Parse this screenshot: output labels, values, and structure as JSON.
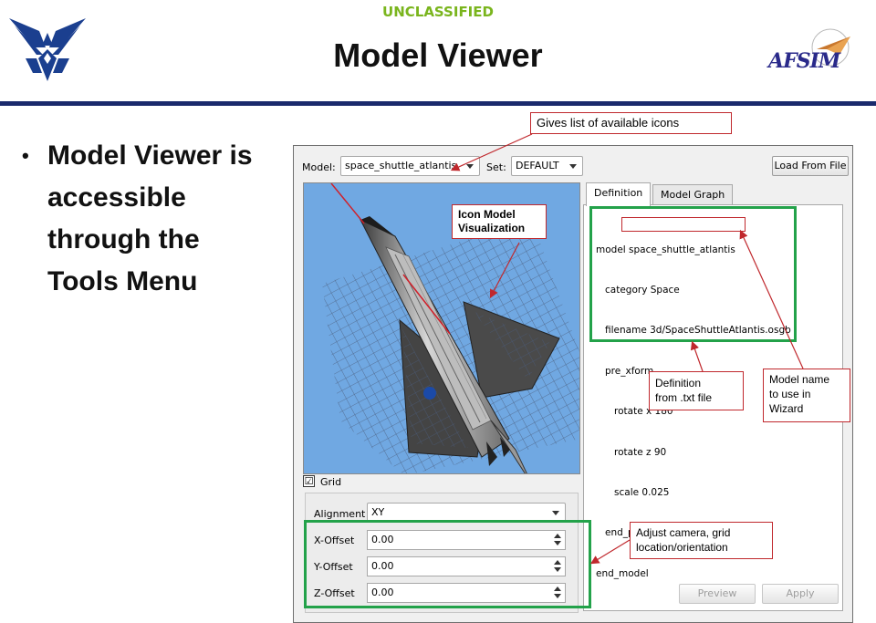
{
  "slide": {
    "classification": "UNCLASSIFIED",
    "title": "Model Viewer",
    "bullet": "Model Viewer is accessible through the Tools Menu",
    "bullet_lines": [
      "Model Viewer is",
      "accessible",
      "through the",
      "Tools Menu"
    ],
    "logo_left": "air-force-wings-logo",
    "logo_right": "afsim-logo",
    "logo_right_text": "AFSIM",
    "colors": {
      "rule": "#1a2a6c",
      "classification": "#7ab51d",
      "callout_border": "#c0282d",
      "highlight": "#23a24a"
    }
  },
  "window": {
    "model_label": "Model:",
    "model_value": "space_shuttle_atlantis",
    "set_label": "Set:",
    "set_value": "DEFAULT",
    "load_button": "Load From File",
    "viewport_icon": "space-shuttle-icon",
    "grid_checkbox": {
      "label": "Grid",
      "checked": true,
      "mark": "☑"
    },
    "alignment": {
      "label": "Alignment",
      "value": "XY"
    },
    "offsets": [
      {
        "label": "X-Offset",
        "value": "0.00"
      },
      {
        "label": "Y-Offset",
        "value": "0.00"
      },
      {
        "label": "Z-Offset",
        "value": "0.00"
      }
    ],
    "tabs": [
      {
        "label": "Definition",
        "active": true
      },
      {
        "label": "Model Graph",
        "active": false
      }
    ],
    "definition_lines": [
      "model space_shuttle_atlantis",
      "   category Space",
      "   filename 3d/SpaceShuttleAtlantis.osgb",
      "   pre_xform",
      "      rotate x 180",
      "      rotate z 90",
      "      scale 0.025",
      "   end_pre_xform",
      "end_model"
    ],
    "preview_button": "Preview",
    "apply_button": "Apply"
  },
  "annotations": {
    "icons_list": "Gives list of available icons",
    "icon_visualization": [
      "Icon Model",
      "Visualization"
    ],
    "definition_source": [
      "Definition",
      "from .txt file"
    ],
    "model_name": [
      "Model name",
      "to use in",
      "Wizard"
    ],
    "camera_grid": [
      "Adjust camera, grid",
      "location/orientation"
    ]
  }
}
